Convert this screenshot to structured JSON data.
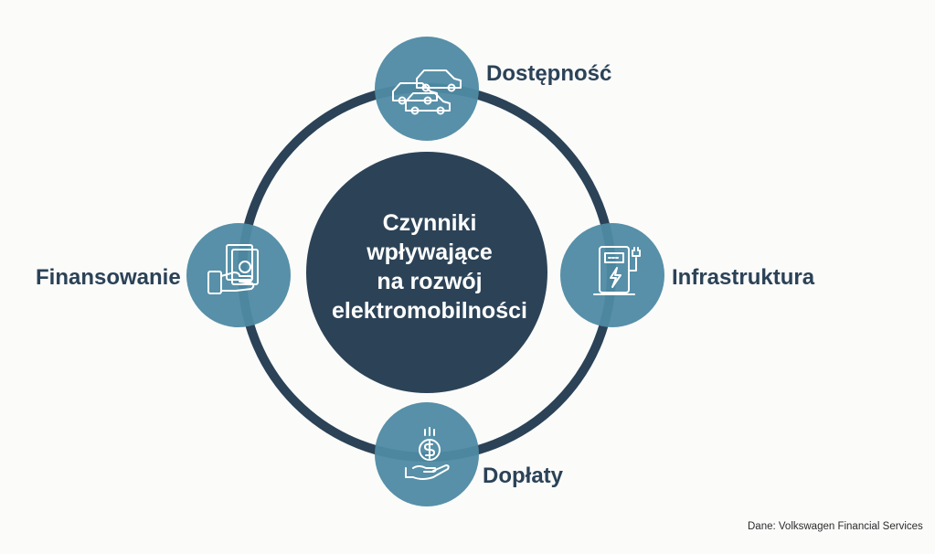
{
  "center": {
    "lines": [
      "Czynniki",
      "wpływające",
      "na rozwój",
      "elektromobilności"
    ]
  },
  "nodes": {
    "top": {
      "label": "Dostępność",
      "icon": "cars-icon"
    },
    "right": {
      "label": "Infrastruktura",
      "icon": "charging-station-icon"
    },
    "bottom": {
      "label": "Dopłaty",
      "icon": "hand-coin-icon"
    },
    "left": {
      "label": "Finansowanie",
      "icon": "hand-money-icon"
    }
  },
  "source": "Dane:  Volkswagen Financial Services",
  "colors": {
    "ring": "#2b4257",
    "center_fill": "#2c4357",
    "node_fill": "#4e8aa3",
    "label": "#2b4257",
    "background": "#fbfbfa",
    "icon_stroke": "#ffffff"
  }
}
